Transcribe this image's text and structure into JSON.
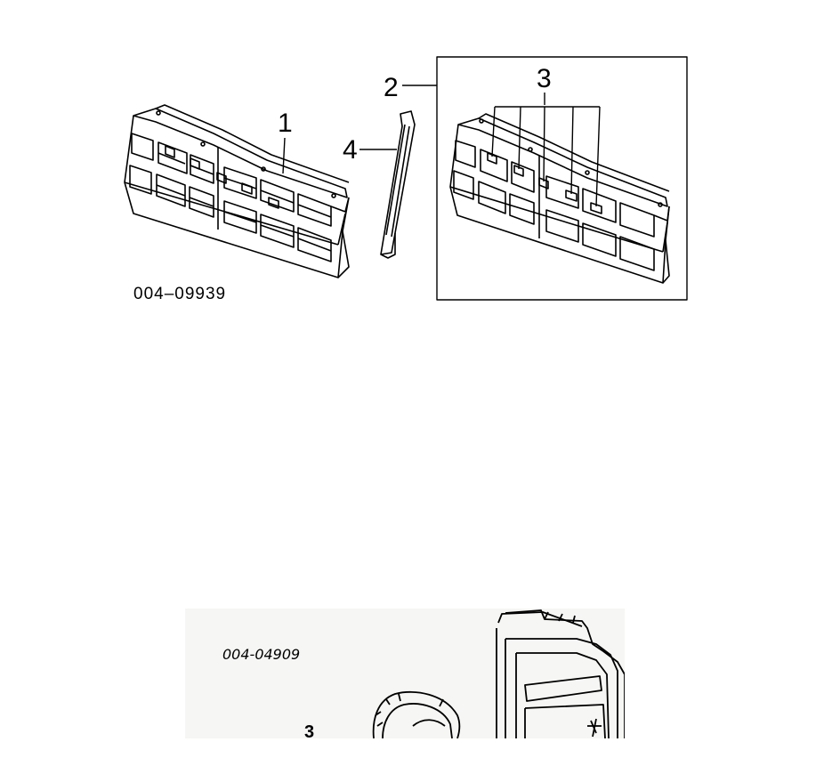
{
  "diagram": {
    "top_figure": {
      "part_code": "004–09939",
      "callouts": {
        "grille": "1",
        "grille_assembly": "2",
        "emblems": "3",
        "seal": "4"
      }
    },
    "bottom_figure": {
      "part_code": "004-04909",
      "callout": "3"
    }
  },
  "colors": {
    "line": "#000000",
    "panel_bg": "#f6f6f4"
  },
  "icons": [
    "grille-drawing",
    "seal-strip-drawing",
    "grille-assembly-drawing",
    "headlamp-drawing"
  ]
}
